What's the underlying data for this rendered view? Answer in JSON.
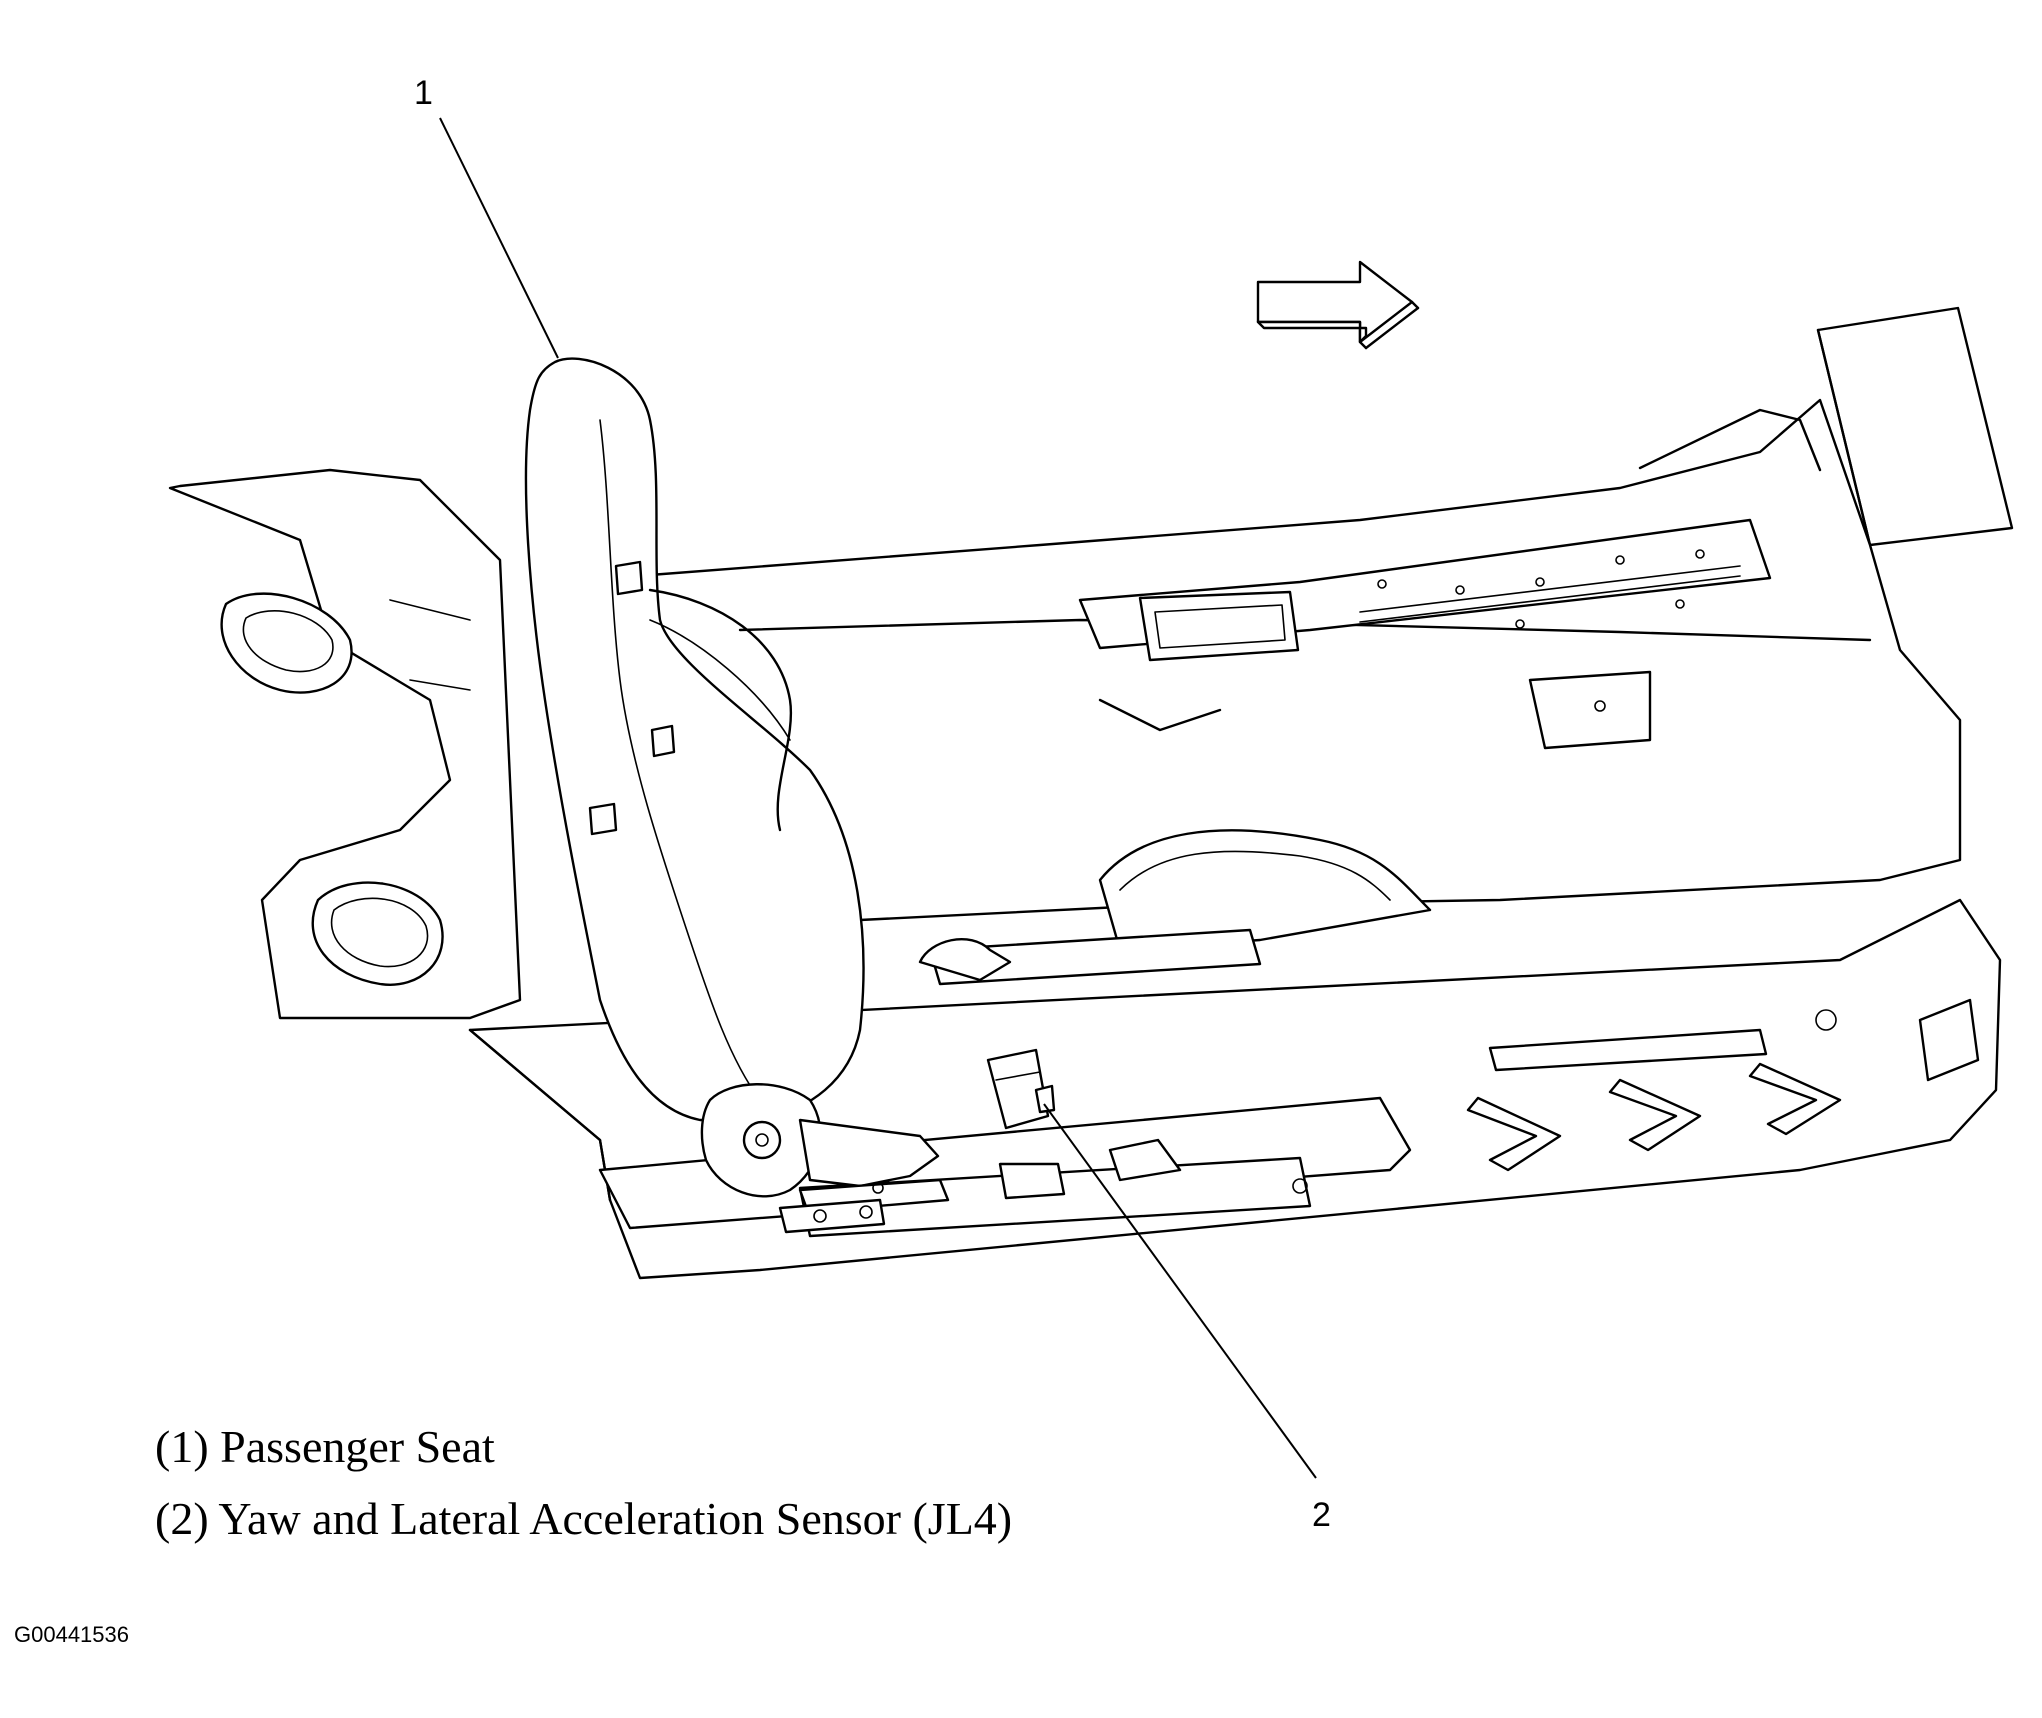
{
  "callouts": {
    "one": "1",
    "two": "2"
  },
  "legend": [
    {
      "text": "(1) Passenger Seat"
    },
    {
      "text": "(2) Yaw and Lateral Acceleration Sensor (JL4)"
    }
  ],
  "figure_id": "G00441536",
  "icons": {
    "direction_arrow": "arrow-right-icon"
  }
}
